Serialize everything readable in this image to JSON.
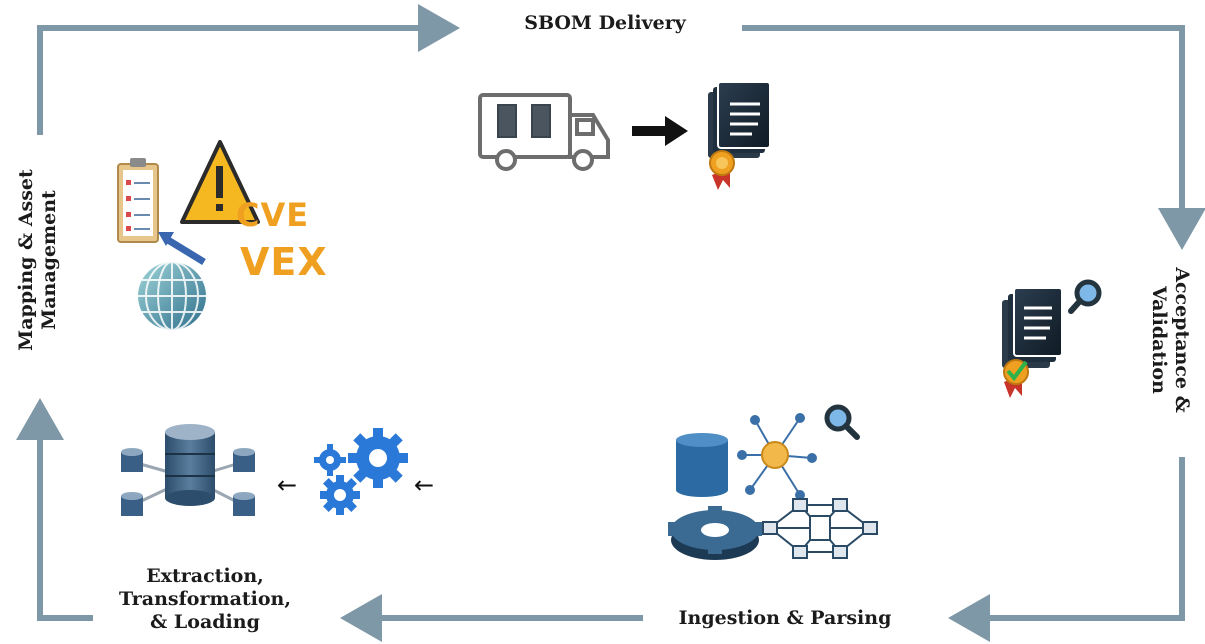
{
  "stages": {
    "delivery": "SBOM Delivery",
    "acceptance_line1": "Acceptance &",
    "acceptance_line2": "Validation",
    "ingestion": "Ingestion & Parsing",
    "etl_line1": "Extraction,",
    "etl_line2": "Transformation,",
    "etl_line3": "& Loading",
    "mapping_line1": "Mapping & Asset",
    "mapping_line2": "Management"
  },
  "logos": {
    "cve": "CVE",
    "vex": "VEX"
  },
  "small_arrows": {
    "left_1": "←",
    "left_2": "←"
  },
  "icons": [
    "delivery-truck-icon",
    "arrow-right-icon",
    "certified-document-icon",
    "verified-document-icon",
    "magnifier-icon",
    "database-icon",
    "network-node-icon",
    "gear-icon",
    "network-graph-icon",
    "gears-icon",
    "distributed-database-icon",
    "checklist-clipboard-icon",
    "warning-triangle-icon",
    "globe-icon"
  ],
  "colors": {
    "cycle_arrow": "#7f98a8",
    "accent_orange": "#f0a020",
    "gear_blue": "#2a78d8"
  }
}
